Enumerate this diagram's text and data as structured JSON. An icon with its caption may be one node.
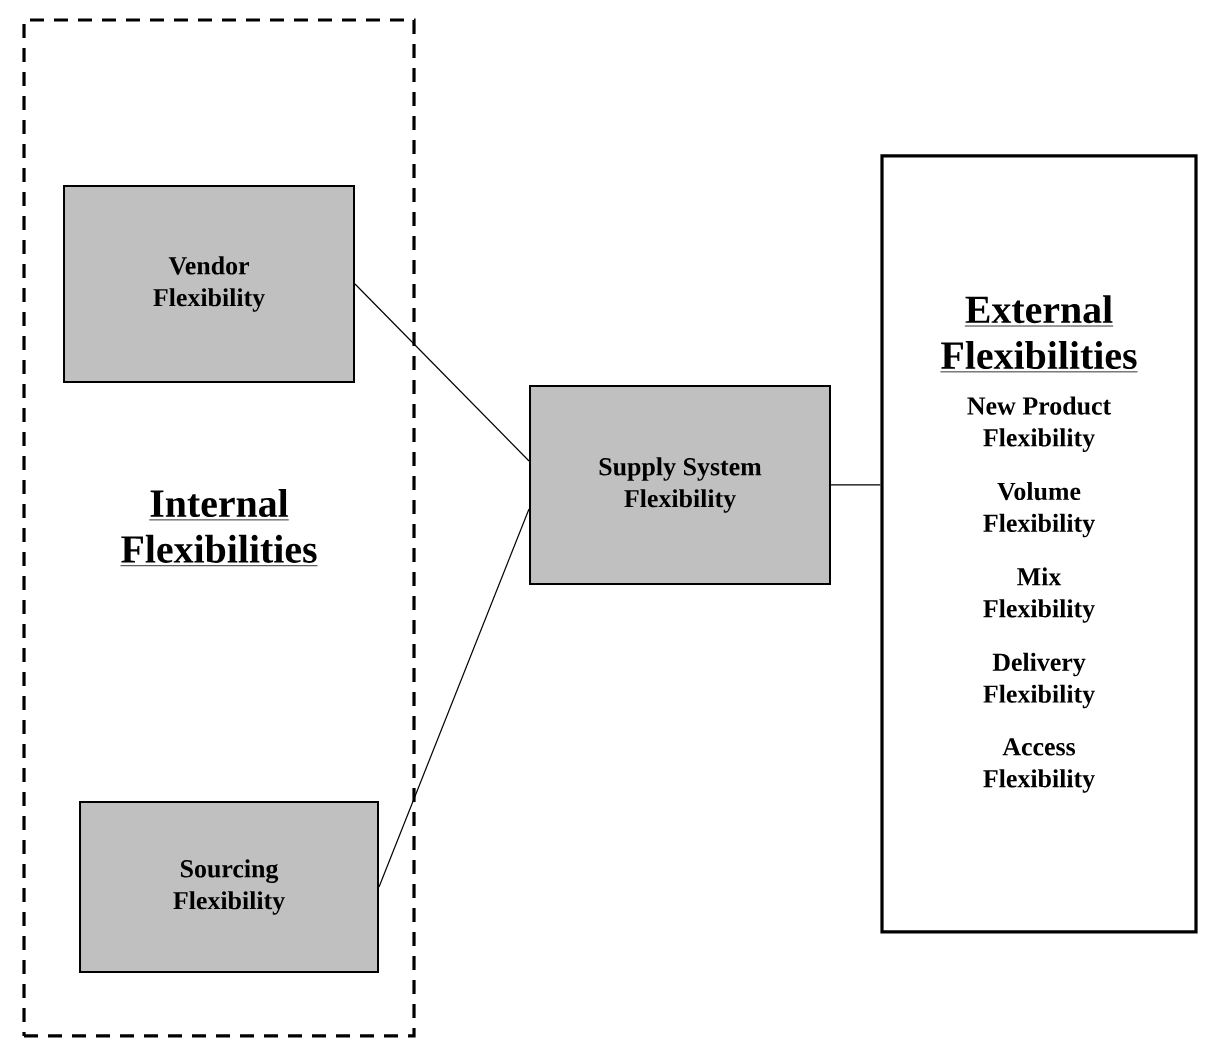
{
  "diagram": {
    "nodes": [
      {
        "text": [
          "Internal Flexibilities"
        ]
      },
      {
        "text": [
          "Vendor Flexibility"
        ],
        "in": 0
      },
      {
        "text": [
          "Sourcing Flexibility"
        ],
        "in": 0
      },
      {
        "text": [
          "Supply System Flexibility"
        ]
      },
      {
        "text": [
          "External Flexibilities",
          "New Product Flexibility",
          "Volume Flexibility",
          "Mix Flexibility",
          "Delivery Flexibility",
          "Access Flexibility"
        ]
      }
    ],
    "edges": [
      {
        "from": 1,
        "to": 3,
        "arrow": "none"
      },
      {
        "from": 2,
        "to": 3,
        "arrow": "none"
      },
      {
        "from": 3,
        "to": 4,
        "arrow": "none"
      }
    ]
  }
}
